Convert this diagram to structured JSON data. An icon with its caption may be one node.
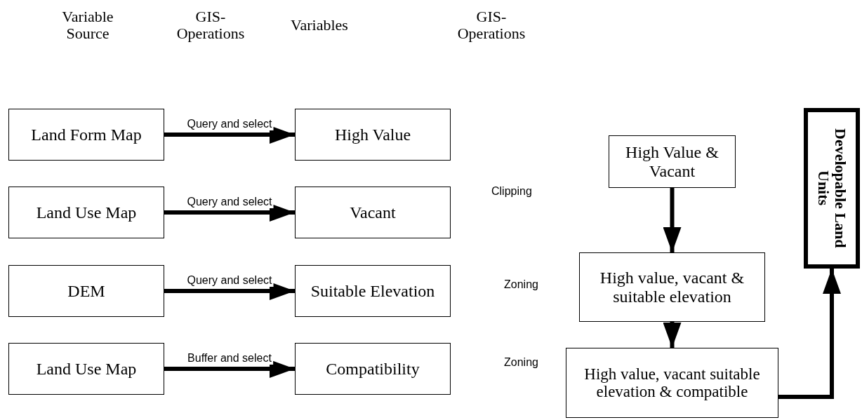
{
  "diagram": {
    "nodes": [
      {
        "text": [
          "Land Form Map"
        ]
      },
      {
        "text": [
          "High Value"
        ]
      },
      {
        "text": [
          "Land Use Map"
        ]
      },
      {
        "text": [
          "Vacant"
        ]
      },
      {
        "text": [
          "DEM"
        ]
      },
      {
        "text": [
          "Suitable Elevation"
        ]
      },
      {
        "text": [
          "Land Use Map"
        ]
      },
      {
        "text": [
          "Compatibility"
        ]
      },
      {
        "text": [
          "High Value & Vacant"
        ]
      },
      {
        "text": [
          "High value, vacant & suitable elevation"
        ]
      },
      {
        "text": [
          "High value, vacant suitable elevation & compatible"
        ]
      },
      {
        "text": [
          "Developable Land Units"
        ]
      }
    ],
    "edges": [
      {
        "from": 0,
        "to": 1,
        "arrow": "to",
        "label": "Query and select"
      },
      {
        "from": 2,
        "to": 3,
        "arrow": "to",
        "label": "Query and select"
      },
      {
        "from": 4,
        "to": 5,
        "arrow": "to",
        "label": "Query and select"
      },
      {
        "from": 6,
        "to": 7,
        "arrow": "to",
        "label": "Buffer and select"
      },
      {
        "from": 8,
        "to": 9,
        "arrow": "to"
      },
      {
        "from": 9,
        "to": 10,
        "arrow": "to"
      },
      {
        "from": 10,
        "to": 11,
        "arrow": "to"
      }
    ],
    "labels": [
      "Variable Source",
      "GIS-Operations",
      "Variables",
      "GIS-Operations",
      "Clipping",
      "Zoning",
      "Zoning"
    ]
  }
}
